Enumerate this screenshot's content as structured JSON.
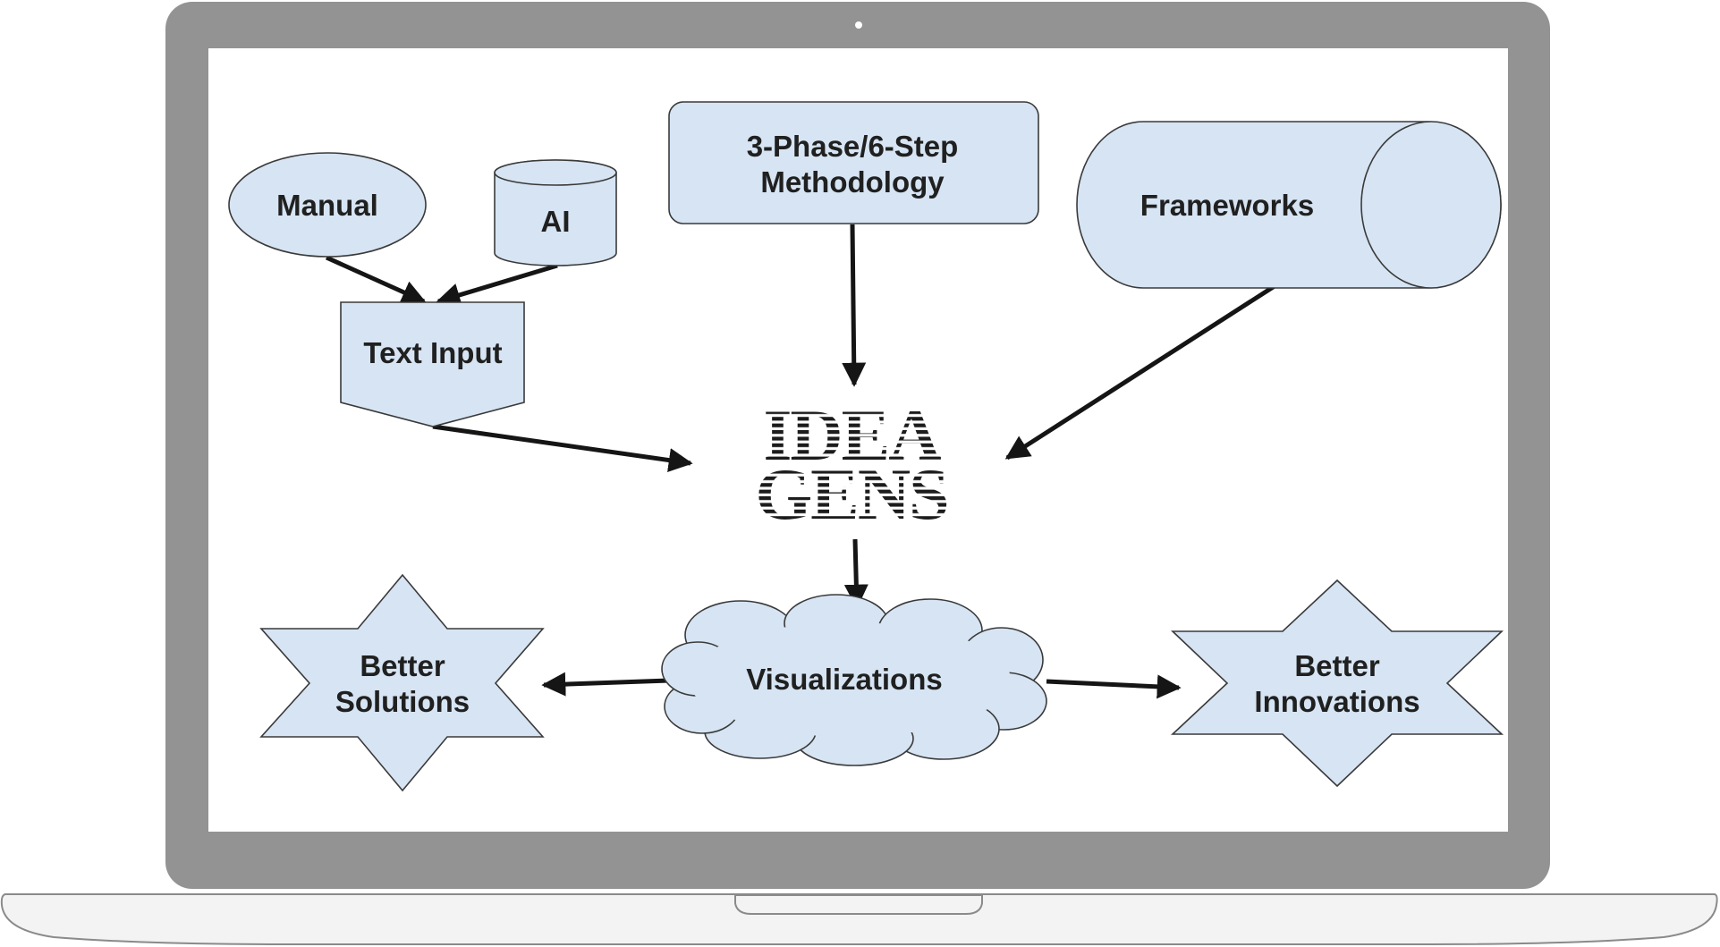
{
  "diagram": {
    "nodes": {
      "manual": {
        "label": "Manual",
        "shape": "ellipse"
      },
      "ai": {
        "label": "AI",
        "shape": "cylinder"
      },
      "text_input": {
        "label": "Text Input",
        "shape": "pentagon"
      },
      "methodology": {
        "label_lines": [
          "3-Phase/6-Step",
          "Methodology"
        ],
        "shape": "rounded-rectangle"
      },
      "frameworks": {
        "label": "Frameworks",
        "shape": "horizontal-cylinder"
      },
      "ideagens": {
        "label_lines": [
          "IDEA",
          "GENS"
        ],
        "shape": "logo"
      },
      "visualizations": {
        "label": "Visualizations",
        "shape": "cloud"
      },
      "better_solutions": {
        "label_lines": [
          "Better",
          "Solutions"
        ],
        "shape": "six-point-star"
      },
      "better_innovations": {
        "label_lines": [
          "Better",
          "Innovations"
        ],
        "shape": "six-point-star"
      }
    },
    "edges": [
      {
        "from": "manual",
        "to": "text_input"
      },
      {
        "from": "ai",
        "to": "text_input"
      },
      {
        "from": "text_input",
        "to": "ideagens"
      },
      {
        "from": "methodology",
        "to": "ideagens"
      },
      {
        "from": "frameworks",
        "to": "ideagens"
      },
      {
        "from": "ideagens",
        "to": "visualizations"
      },
      {
        "from": "visualizations",
        "to": "better_solutions"
      },
      {
        "from": "visualizations",
        "to": "better_innovations"
      }
    ]
  },
  "colors": {
    "node_fill": "#d6e4f3",
    "node_stroke": "#3a3a3a",
    "arrow": "#151515",
    "laptop_bezel": "#939393",
    "screen": "#ffffff"
  }
}
